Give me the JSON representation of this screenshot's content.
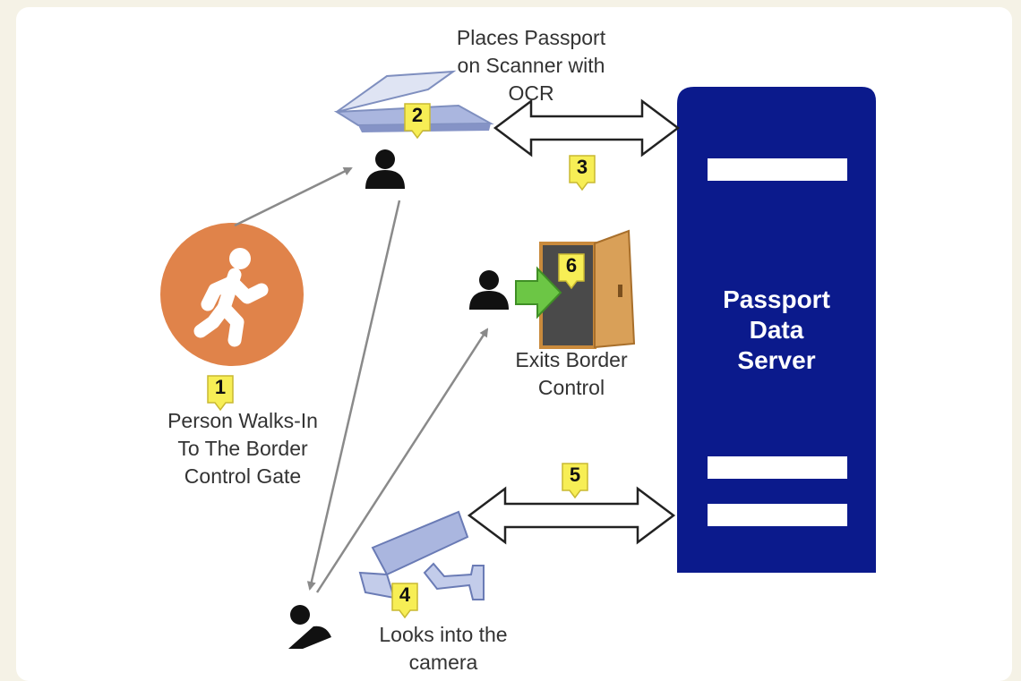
{
  "labels": {
    "step1": "Person Walks-In\nTo The Border\nControl Gate",
    "step2": "Places Passport\non Scanner with\nOCR",
    "step4": "Looks into the\ncamera",
    "step6": "Exits Border\nControl",
    "server": "Passport\nData\nServer"
  },
  "badges": {
    "b1": "1",
    "b2": "2",
    "b3": "3",
    "b4": "4",
    "b5": "5",
    "b6": "6"
  },
  "colors": {
    "server": "#0b1a8c",
    "walker_circle": "#e0834a",
    "badge": "#f7ee55",
    "door": "#c98a3c",
    "green_arrow": "#6cc645",
    "person": "#111111",
    "scanner": "#9aa9d4"
  },
  "icons": {
    "walker": "walking-person-icon",
    "person": "person-icon",
    "scanner": "passport-scanner-icon",
    "camera": "cctv-camera-icon",
    "door": "exit-door-icon",
    "server": "server-icon"
  }
}
